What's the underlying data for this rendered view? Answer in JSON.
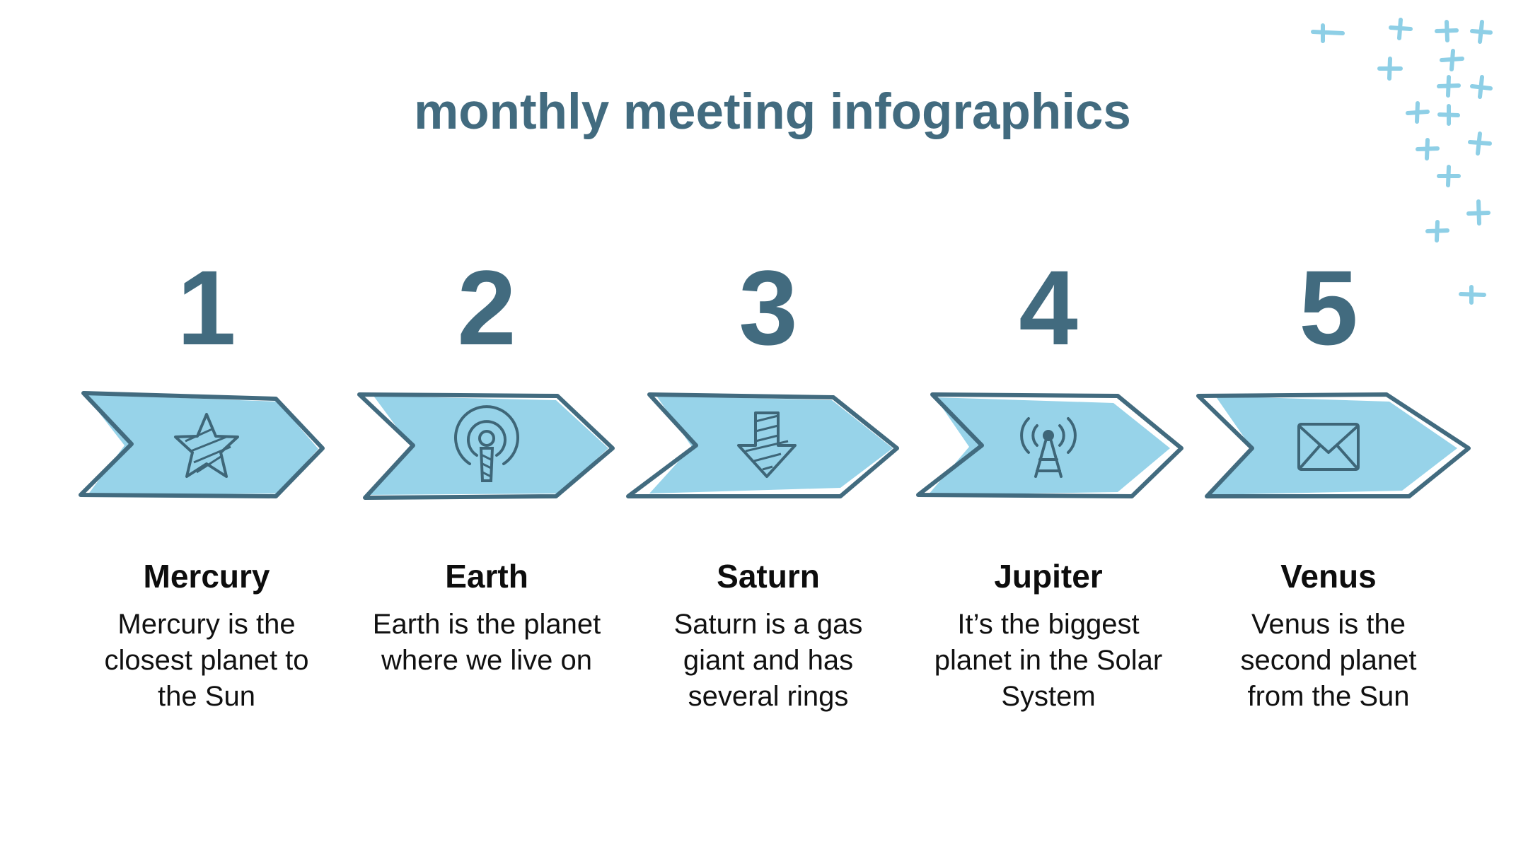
{
  "title": "monthly meeting infographics",
  "colors": {
    "accent": "#426b7f",
    "fill": "#97d3e9",
    "text": "#0d0d0d",
    "deco": "#8ecfe6"
  },
  "steps": [
    {
      "number": "1",
      "name": "Mercury",
      "description": "Mercury is the closest planet to the Sun",
      "icon": "star-icon"
    },
    {
      "number": "2",
      "name": "Earth",
      "description": "Earth is the planet where we live on",
      "icon": "podcast-icon"
    },
    {
      "number": "3",
      "name": "Saturn",
      "description": "Saturn is a gas giant and has several rings",
      "icon": "arrow-down-icon"
    },
    {
      "number": "4",
      "name": "Jupiter",
      "description": "It’s the biggest planet in the Solar System",
      "icon": "antenna-icon"
    },
    {
      "number": "5",
      "name": "Venus",
      "description": "Venus is the second planet from the Sun",
      "icon": "envelope-icon"
    }
  ]
}
